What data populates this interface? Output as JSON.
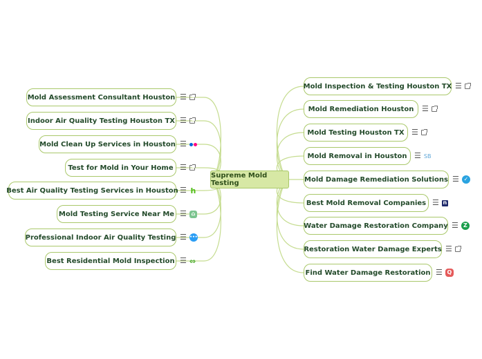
{
  "center_label": "Supreme Mold Testing",
  "left_items": [
    {
      "label": "Mold Assessment Consultant Houston",
      "icon": "link-icon"
    },
    {
      "label": "Indoor Air Quality Testing Houston TX",
      "icon": "link-icon"
    },
    {
      "label": "Mold Clean Up Services in Houston",
      "icon": "flickr-icon"
    },
    {
      "label": "Test for Mold in Your Home",
      "icon": "link-icon"
    },
    {
      "label": "Best Air Quality Testing Services in Houston",
      "icon": "houzz-icon"
    },
    {
      "label": "Mold Testing Service Near Me",
      "icon": "map-pin-icon"
    },
    {
      "label": "Professional Indoor Air Quality Testing",
      "icon": "blue-circle-icon"
    },
    {
      "label": "Best Residential Mold Inspection",
      "icon": "chain-link-icon"
    }
  ],
  "right_items": [
    {
      "label": "Mold Inspection & Testing Houston TX",
      "icon": "link-icon"
    },
    {
      "label": "Mold Remediation Houston",
      "icon": "link-icon"
    },
    {
      "label": "Mold Testing Houston TX",
      "icon": "link-icon"
    },
    {
      "label": "Mold Removal in Houston",
      "icon": "sb-icon"
    },
    {
      "label": "Mold Damage Remediation Solutions",
      "icon": "blue-badge-icon"
    },
    {
      "label": "Best Mold Removal Companies",
      "icon": "n-logo-icon"
    },
    {
      "label": "Water Damage Restoration Company",
      "icon": "green-z-icon"
    },
    {
      "label": "Restoration Water Damage Experts",
      "icon": "link-icon"
    },
    {
      "label": "Find Water Damage Restoration",
      "icon": "red-search-icon"
    }
  ],
  "colors": {
    "center_fill": "#d7e8a5",
    "border": "#a9c86a",
    "connector": "#c5dc8f",
    "text": "#234a2a"
  },
  "icon_text": {
    "note": "☰",
    "sb": "SB",
    "houzz": "h",
    "nlogo": "n",
    "z": "Z",
    "search": "Q",
    "chain": "⇔"
  }
}
